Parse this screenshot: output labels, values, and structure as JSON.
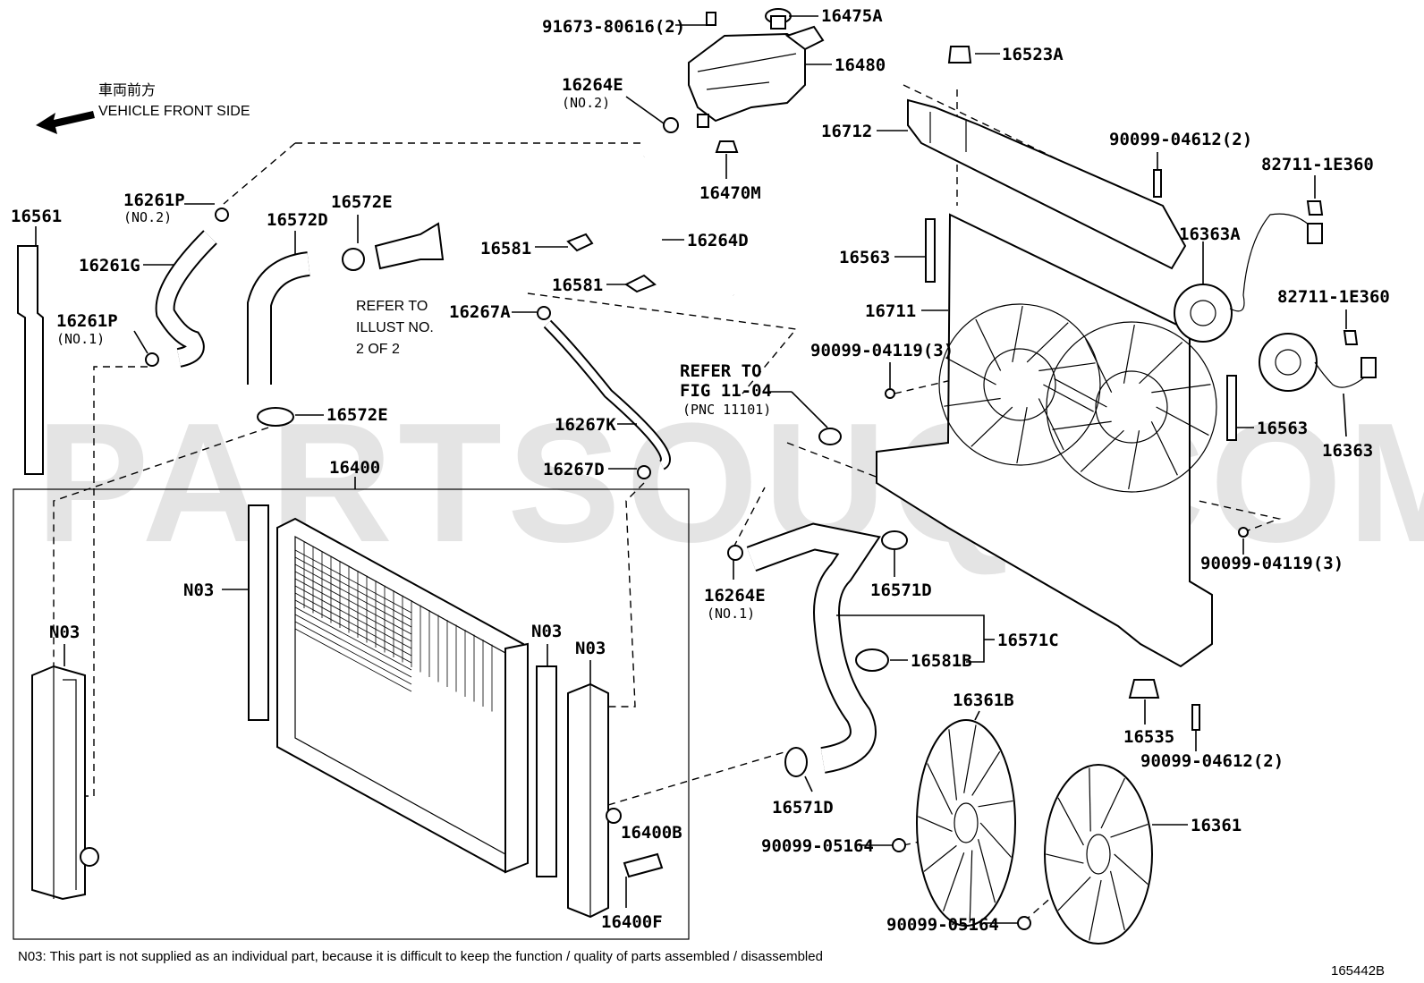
{
  "header": {
    "japanese_label": "車両前方",
    "direction_label": "VEHICLE FRONT SIDE"
  },
  "watermark": "PARTSOUQ.COM",
  "parts": {
    "p16475A": "16475A",
    "p91673": "91673-80616(2)",
    "p16480": "16480",
    "p16264E_top": "16264E",
    "p16264E_top_sub": "(NO.2)",
    "p16470M": "16470M",
    "p16523A": "16523A",
    "p16712": "16712",
    "p90099_04612_top": "90099-04612(2)",
    "p82711_a": "82711-1E360",
    "p82711_b": "82711-1E360",
    "p16363A": "16363A",
    "p16363": "16363",
    "p16563_a": "16563",
    "p16563_b": "16563",
    "p16711": "16711",
    "p90099_04119_a": "90099-04119(3)",
    "p90099_04119_b": "90099-04119(3)",
    "p16561": "16561",
    "p16261P_top": "16261P",
    "p16261P_top_sub": "(NO.2)",
    "p16261G": "16261G",
    "p16261P_bot": "16261P",
    "p16261P_bot_sub": "(NO.1)",
    "p16572D": "16572D",
    "p16572E_top": "16572E",
    "p16572E_bot": "16572E",
    "p16581_a": "16581",
    "p16581_b": "16581",
    "p16264D": "16264D",
    "p16267A": "16267A",
    "p16267K": "16267K",
    "p16267D": "16267D",
    "p16400": "16400",
    "p16264E_bot": "16264E",
    "p16264E_bot_sub": "(NO.1)",
    "p16571D_a": "16571D",
    "p16571D_b": "16571D",
    "p16571C": "16571C",
    "p16581B": "16581B",
    "p16535": "16535",
    "p90099_04612_bot": "90099-04612(2)",
    "p16361B": "16361B",
    "p16361": "16361",
    "p90099_05164_a": "90099-05164",
    "p90099_05164_b": "90099-05164",
    "p16400B": "16400B",
    "p16400F": "16400F",
    "n03_a": "N03",
    "n03_b": "N03",
    "n03_c": "N03",
    "n03_d": "N03"
  },
  "refer_illust": [
    "REFER TO",
    "ILLUST NO.",
    "2 OF 2"
  ],
  "refer_fig": [
    "REFER TO",
    "FIG 11-04",
    "(PNC 11101)"
  ],
  "footnote": "N03: This part is not supplied as an individual part, because it is difficult to keep the function / quality of parts assembled / disassembled",
  "diagram_code": "165442B"
}
